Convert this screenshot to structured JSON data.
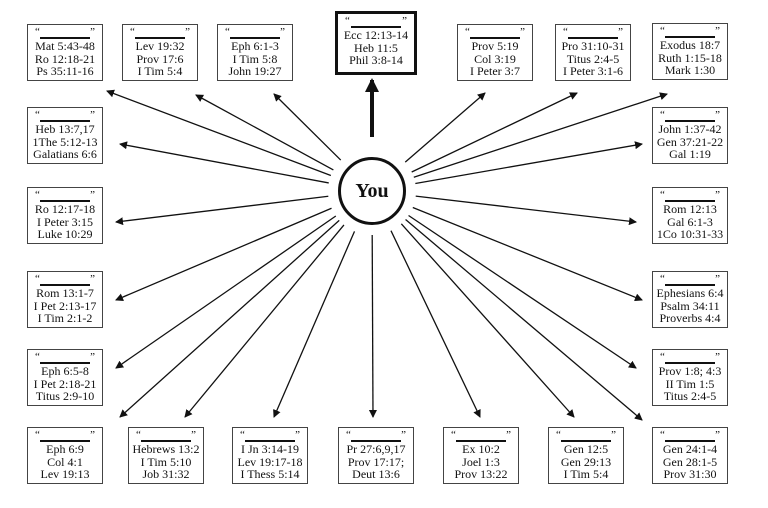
{
  "center_label": "You",
  "quote_open": "“",
  "quote_close": "”",
  "boxes": [
    {
      "id": "top-1",
      "refs": [
        "Mat 5:43-48",
        "Ro 12:18-21",
        "Ps 35:11-16"
      ]
    },
    {
      "id": "top-2",
      "refs": [
        "Lev 19:32",
        "Prov 17:6",
        "I Tim 5:4"
      ]
    },
    {
      "id": "top-3",
      "refs": [
        "Eph 6:1-3",
        "I Tim 5:8",
        "John 19:27"
      ]
    },
    {
      "id": "top-center",
      "refs": [
        "Ecc 12:13-14",
        "Heb 11:5",
        "Phil 3:8-14"
      ]
    },
    {
      "id": "top-5",
      "refs": [
        "Prov 5:19",
        "Col 3:19",
        "I Peter 3:7"
      ]
    },
    {
      "id": "top-6",
      "refs": [
        "Pro 31:10-31",
        "Titus 2:4-5",
        "I Peter 3:1-6"
      ]
    },
    {
      "id": "top-7",
      "refs": [
        "Exodus 18:7",
        "Ruth 1:15-18",
        "Mark 1:30"
      ]
    },
    {
      "id": "left-1",
      "refs": [
        "Heb 13:7,17",
        "1The 5:12-13",
        "Galatians 6:6"
      ]
    },
    {
      "id": "left-2",
      "refs": [
        "Ro 12:17-18",
        "I Peter 3:15",
        "Luke 10:29"
      ]
    },
    {
      "id": "left-3",
      "refs": [
        "Rom 13:1-7",
        "I Pet 2:13-17",
        "I Tim 2:1-2"
      ]
    },
    {
      "id": "left-4",
      "refs": [
        "Eph 6:5-8",
        "I Pet 2:18-21",
        "Titus 2:9-10"
      ]
    },
    {
      "id": "right-1",
      "refs": [
        "John 1:37-42",
        "Gen 37:21-22",
        "Gal 1:19"
      ]
    },
    {
      "id": "right-2",
      "refs": [
        "Rom 12:13",
        "Gal 6:1-3",
        "1Co 10:31-33"
      ]
    },
    {
      "id": "right-3",
      "refs": [
        "Ephesians 6:4",
        "Psalm 34:11",
        "Proverbs 4:4"
      ]
    },
    {
      "id": "right-4",
      "refs": [
        "Prov 1:8; 4:3",
        "II Tim 1:5",
        "Titus 2:4-5"
      ]
    },
    {
      "id": "bottom-1",
      "refs": [
        "Eph 6:9",
        "Col 4:1",
        "Lev 19:13"
      ]
    },
    {
      "id": "bottom-2",
      "refs": [
        "Hebrews 13:2",
        "I Tim 5:10",
        "Job 31:32"
      ]
    },
    {
      "id": "bottom-3",
      "refs": [
        "I Jn 3:14-19",
        "Lev 19:17-18",
        "I Thess 5:14"
      ]
    },
    {
      "id": "bottom-4",
      "refs": [
        "Pr 27:6,9,17",
        "Prov 17:17;",
        "Deut 13:6"
      ]
    },
    {
      "id": "bottom-5",
      "refs": [
        "Ex 10:2",
        "Joel 1:3",
        "Prov 13:22"
      ]
    },
    {
      "id": "bottom-6",
      "refs": [
        "Gen 12:5",
        "Gen 29:13",
        "I Tim 5:4"
      ]
    },
    {
      "id": "bottom-7",
      "refs": [
        "Gen 24:1-4",
        "Gen 28:1-5",
        "Prov 31:30"
      ]
    }
  ]
}
